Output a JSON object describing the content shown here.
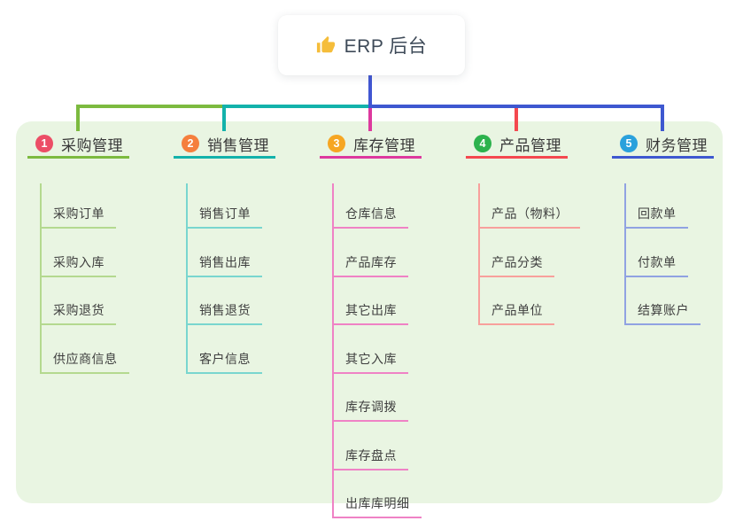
{
  "root": {
    "label": "ERP 后台",
    "icon": "thumbs-up-icon",
    "icon_color": "#f5bd3a"
  },
  "colors": {
    "page_bg": "#ffffff",
    "panel_bg": "#e9f5e2",
    "root_connector": "#4156d2",
    "root_text": "#3e4a58"
  },
  "branches": [
    {
      "key": "purchase",
      "index": "1",
      "label": "采购管理",
      "badge_color": "#ec4e66",
      "line_color": "#7cba3f",
      "child_line_color": "#b4d98f",
      "children": [
        "采购订单",
        "采购入库",
        "采购退货",
        "供应商信息"
      ]
    },
    {
      "key": "sales",
      "index": "2",
      "label": "销售管理",
      "badge_color": "#f57f3d",
      "line_color": "#13b2ab",
      "child_line_color": "#79d6cf",
      "children": [
        "销售订单",
        "销售出库",
        "销售退货",
        "客户信息"
      ]
    },
    {
      "key": "inventory",
      "index": "3",
      "label": "库存管理",
      "badge_color": "#f6a622",
      "line_color": "#dd399e",
      "child_line_color": "#ef82c5",
      "children": [
        "仓库信息",
        "产品库存",
        "其它出库",
        "其它入库",
        "库存调拨",
        "库存盘点",
        "出库库明细"
      ]
    },
    {
      "key": "product",
      "index": "4",
      "label": "产品管理",
      "badge_color": "#2cb24d",
      "line_color": "#f4484f",
      "child_line_color": "#f8a09c",
      "children": [
        "产品（物料）",
        "产品分类",
        "产品单位"
      ]
    },
    {
      "key": "finance",
      "index": "5",
      "label": "财务管理",
      "badge_color": "#2aa1dc",
      "line_color": "#3e58d0",
      "child_line_color": "#90a2e2",
      "children": [
        "回款单",
        "付款单",
        "结算账户"
      ]
    }
  ]
}
